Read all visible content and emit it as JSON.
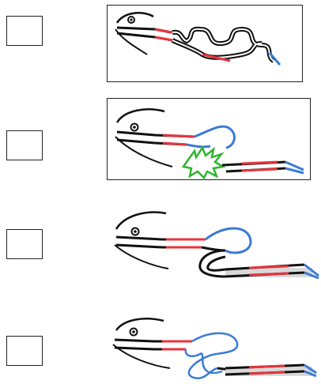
{
  "instructions": "",
  "options": [
    {
      "id": "a",
      "answer_box_value": "",
      "framed": true
    },
    {
      "id": "b",
      "answer_box_value": "",
      "framed": true
    },
    {
      "id": "c",
      "answer_box_value": "",
      "framed": false
    },
    {
      "id": "d",
      "answer_box_value": "",
      "framed": false
    }
  ],
  "colors": {
    "outline": "#111111",
    "red_segment": "#e8343c",
    "blue_segment": "#3a7bd5",
    "green_burst": "#2db52d",
    "grey_shadow": "#d9d9d9"
  },
  "icons": [
    "head-icon",
    "eye-icon",
    "tube-icon",
    "loop-icon",
    "burst-icon"
  ]
}
